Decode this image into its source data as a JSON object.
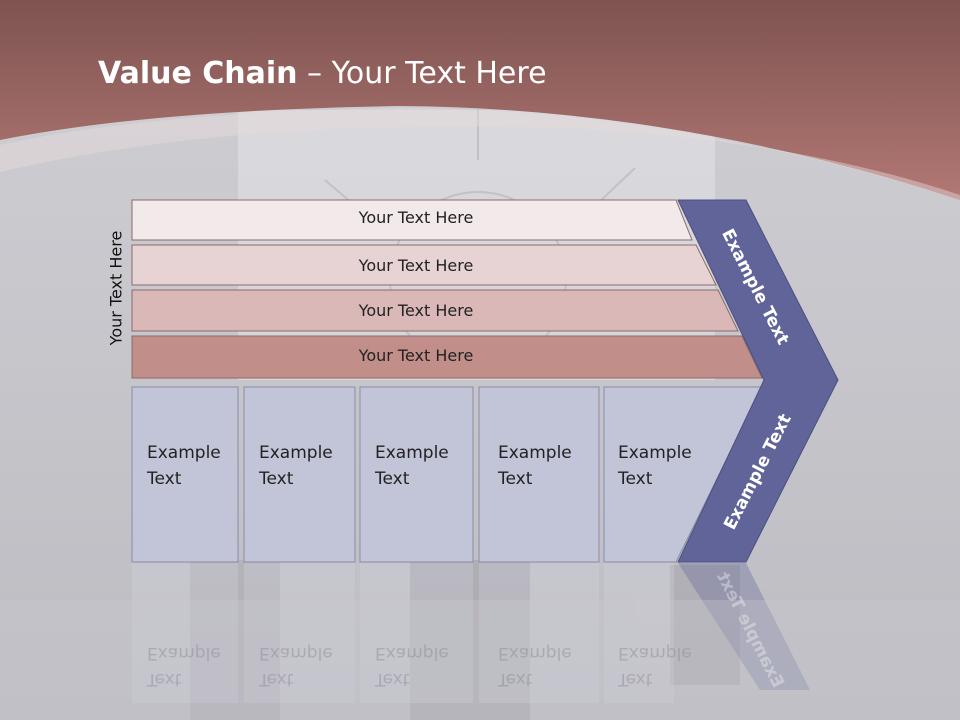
{
  "title": {
    "bold": "Value Chain",
    "rest": " – Your Text Here"
  },
  "side_label": "Your Text Here",
  "bars": [
    {
      "label": "Your Text Here",
      "color": "#f2e9ea"
    },
    {
      "label": "Your Text Here",
      "color": "#e8d3d4"
    },
    {
      "label": "Your Text Here",
      "color": "#dab8b7"
    },
    {
      "label": "Your Text Here",
      "color": "#c28e8a"
    }
  ],
  "boxes": [
    {
      "line1": "Example",
      "line2": "Text"
    },
    {
      "line1": "Example",
      "line2": "Text"
    },
    {
      "line1": "Example",
      "line2": "Text"
    },
    {
      "line1": "Example",
      "line2": "Text"
    },
    {
      "line1": "Example",
      "line2": "Text"
    }
  ],
  "chevron_top_label": "Example Text",
  "chevron_bottom_label": "Example Text",
  "colors": {
    "banner": "#a9726e",
    "chevron": "#606498",
    "box": "#c2c4d8",
    "background": "#c9c9ce"
  }
}
